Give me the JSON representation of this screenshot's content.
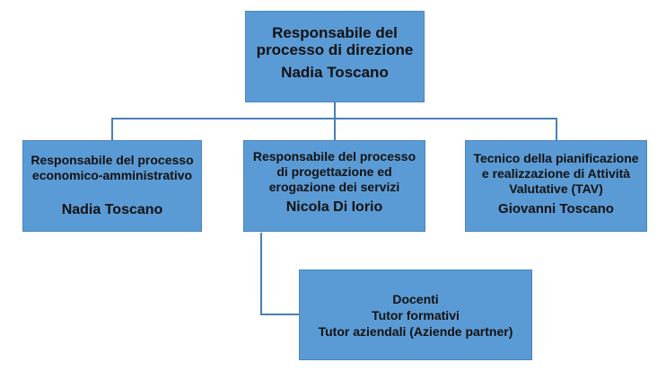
{
  "chart": {
    "root": {
      "title_line1": "Responsabile del",
      "title_line2": "processo di direzione",
      "name": "Nadia Toscano"
    },
    "children": [
      {
        "title_line1": "Responsabile del processo",
        "title_line2": "economico-amministrativo",
        "name": "Nadia Toscano"
      },
      {
        "title_line1": "Responsabile del processo",
        "title_line2": "di progettazione ed",
        "title_line3": "erogazione dei servizi",
        "name": "Nicola Di Iorio"
      },
      {
        "title_line1": "Tecnico della pianificazione",
        "title_line2": "e realizzazione di Attività",
        "title_line3": "Valutative (TAV)",
        "name": "Giovanni Toscano"
      }
    ],
    "staff": {
      "line1": "Docenti",
      "line2": "Tutor formativi",
      "line3": "Tutor aziendali (Aziende partner)"
    }
  },
  "colors": {
    "box_fill": "#5b9bd5",
    "connector": "#4a7fb5"
  }
}
